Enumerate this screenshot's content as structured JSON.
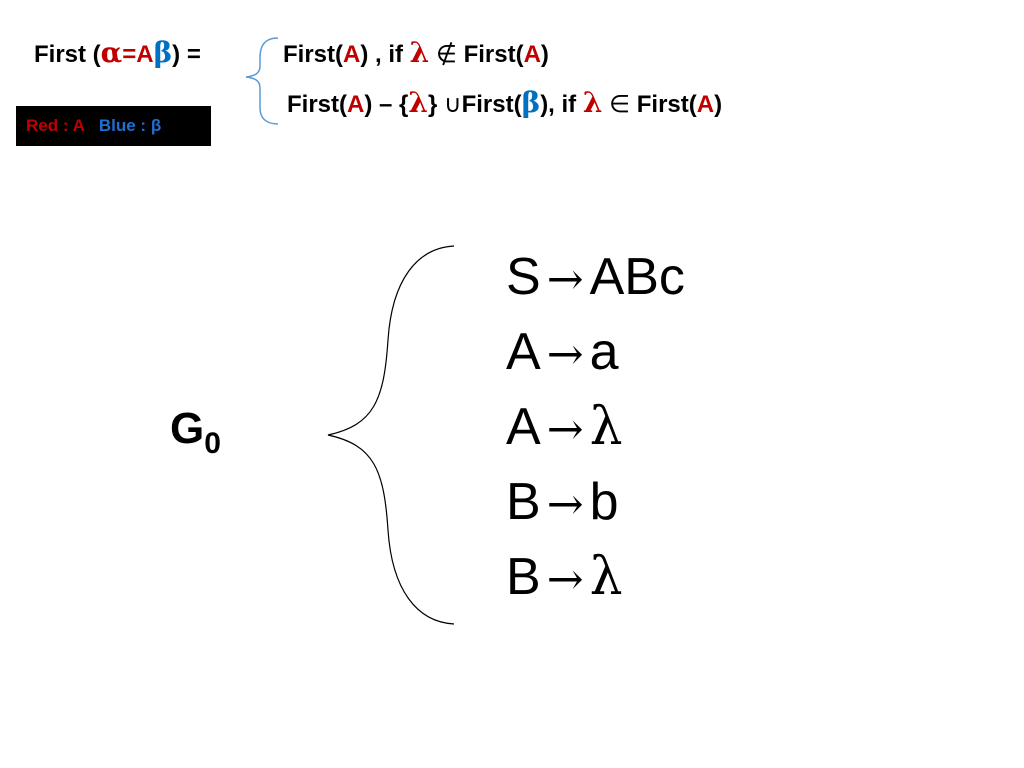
{
  "formula": {
    "lhs_prefix": "First (",
    "alpha": "α",
    "equals": "=",
    "A": "A",
    "beta": "β",
    "lhs_suffix": ") =",
    "case1": {
      "first_open": "First(",
      "A": "A",
      "close_if": ") , if",
      "lambda": "λ",
      "notin": "∉",
      "first_open2": "First(",
      "A2": "A",
      "close": ")"
    },
    "case2": {
      "first_open": "First(",
      "A": "A",
      "minus_set": ") – {",
      "lambda": "λ",
      "set_close": "}",
      "union": "∪",
      "first_open2": "First(",
      "beta": "β",
      "close_if": "), if",
      "lambda2": "λ",
      "in": "∈",
      "first_open3": "First(",
      "A3": "A",
      "close": ")"
    }
  },
  "legend": {
    "red_label": "Red : A",
    "blue_label": "Blue : β"
  },
  "grammar": {
    "name": "G",
    "subscript": "0",
    "arrow": "→",
    "productions": [
      {
        "lhs": "S",
        "rhs": "ABc"
      },
      {
        "lhs": "A",
        "rhs": "a"
      },
      {
        "lhs": "A",
        "rhs": "λ"
      },
      {
        "lhs": "B",
        "rhs": "b"
      },
      {
        "lhs": "B",
        "rhs": "λ"
      }
    ]
  },
  "colors": {
    "nonterminal_A": "#c00000",
    "beta": "#0070c0",
    "legend_bg": "#000000",
    "brace_small": "#5b9bd5",
    "brace_big": "#000000"
  }
}
